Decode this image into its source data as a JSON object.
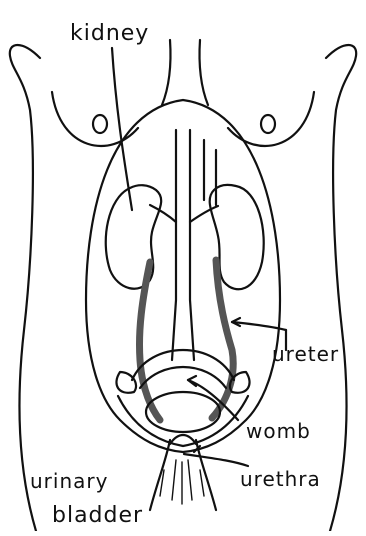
{
  "diagram": {
    "labels": {
      "kidney": "kidney",
      "ureter": "ureter",
      "womb": "womb",
      "urethra": "urethra",
      "urinary": "urinary",
      "bladder": "bladder"
    }
  }
}
